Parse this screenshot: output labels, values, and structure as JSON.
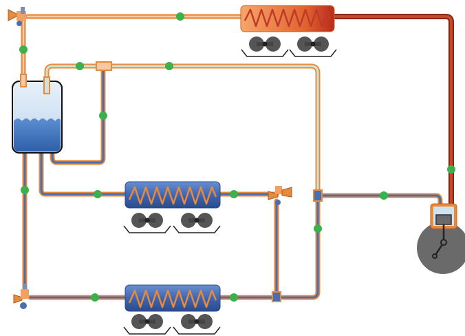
{
  "diagram": {
    "type": "refrigeration-circuit",
    "components": {
      "condenser": {
        "icon": "heat-exchanger-coil-icon",
        "state": "hot",
        "fans": 2
      },
      "evaporator_1": {
        "icon": "heat-exchanger-coil-icon",
        "state": "cold",
        "fans": 2
      },
      "evaporator_2": {
        "icon": "heat-exchanger-coil-icon",
        "state": "cold",
        "fans": 2
      },
      "receiver": {
        "icon": "liquid-receiver-icon",
        "state": "liquid-filled"
      },
      "compressor": {
        "icon": "compressor-icon"
      },
      "expansion_valves": {
        "icon": "expansion-valve-icon",
        "count": 3
      },
      "flow_indicators": {
        "icon": "green-dot-icon",
        "count": 14
      }
    },
    "colors": {
      "orange_line": "#e88a3c",
      "hot_line": "#b8321a",
      "cold_line": "#4a6fb0",
      "suction_line": "#a8c8b8",
      "indicator": "#3cb04a",
      "compressor_body": "#6a6a6a",
      "receiver_liquid": "#3f72bf",
      "receiver_gas": "#c9dcee",
      "fan_blade": "#555555"
    }
  }
}
